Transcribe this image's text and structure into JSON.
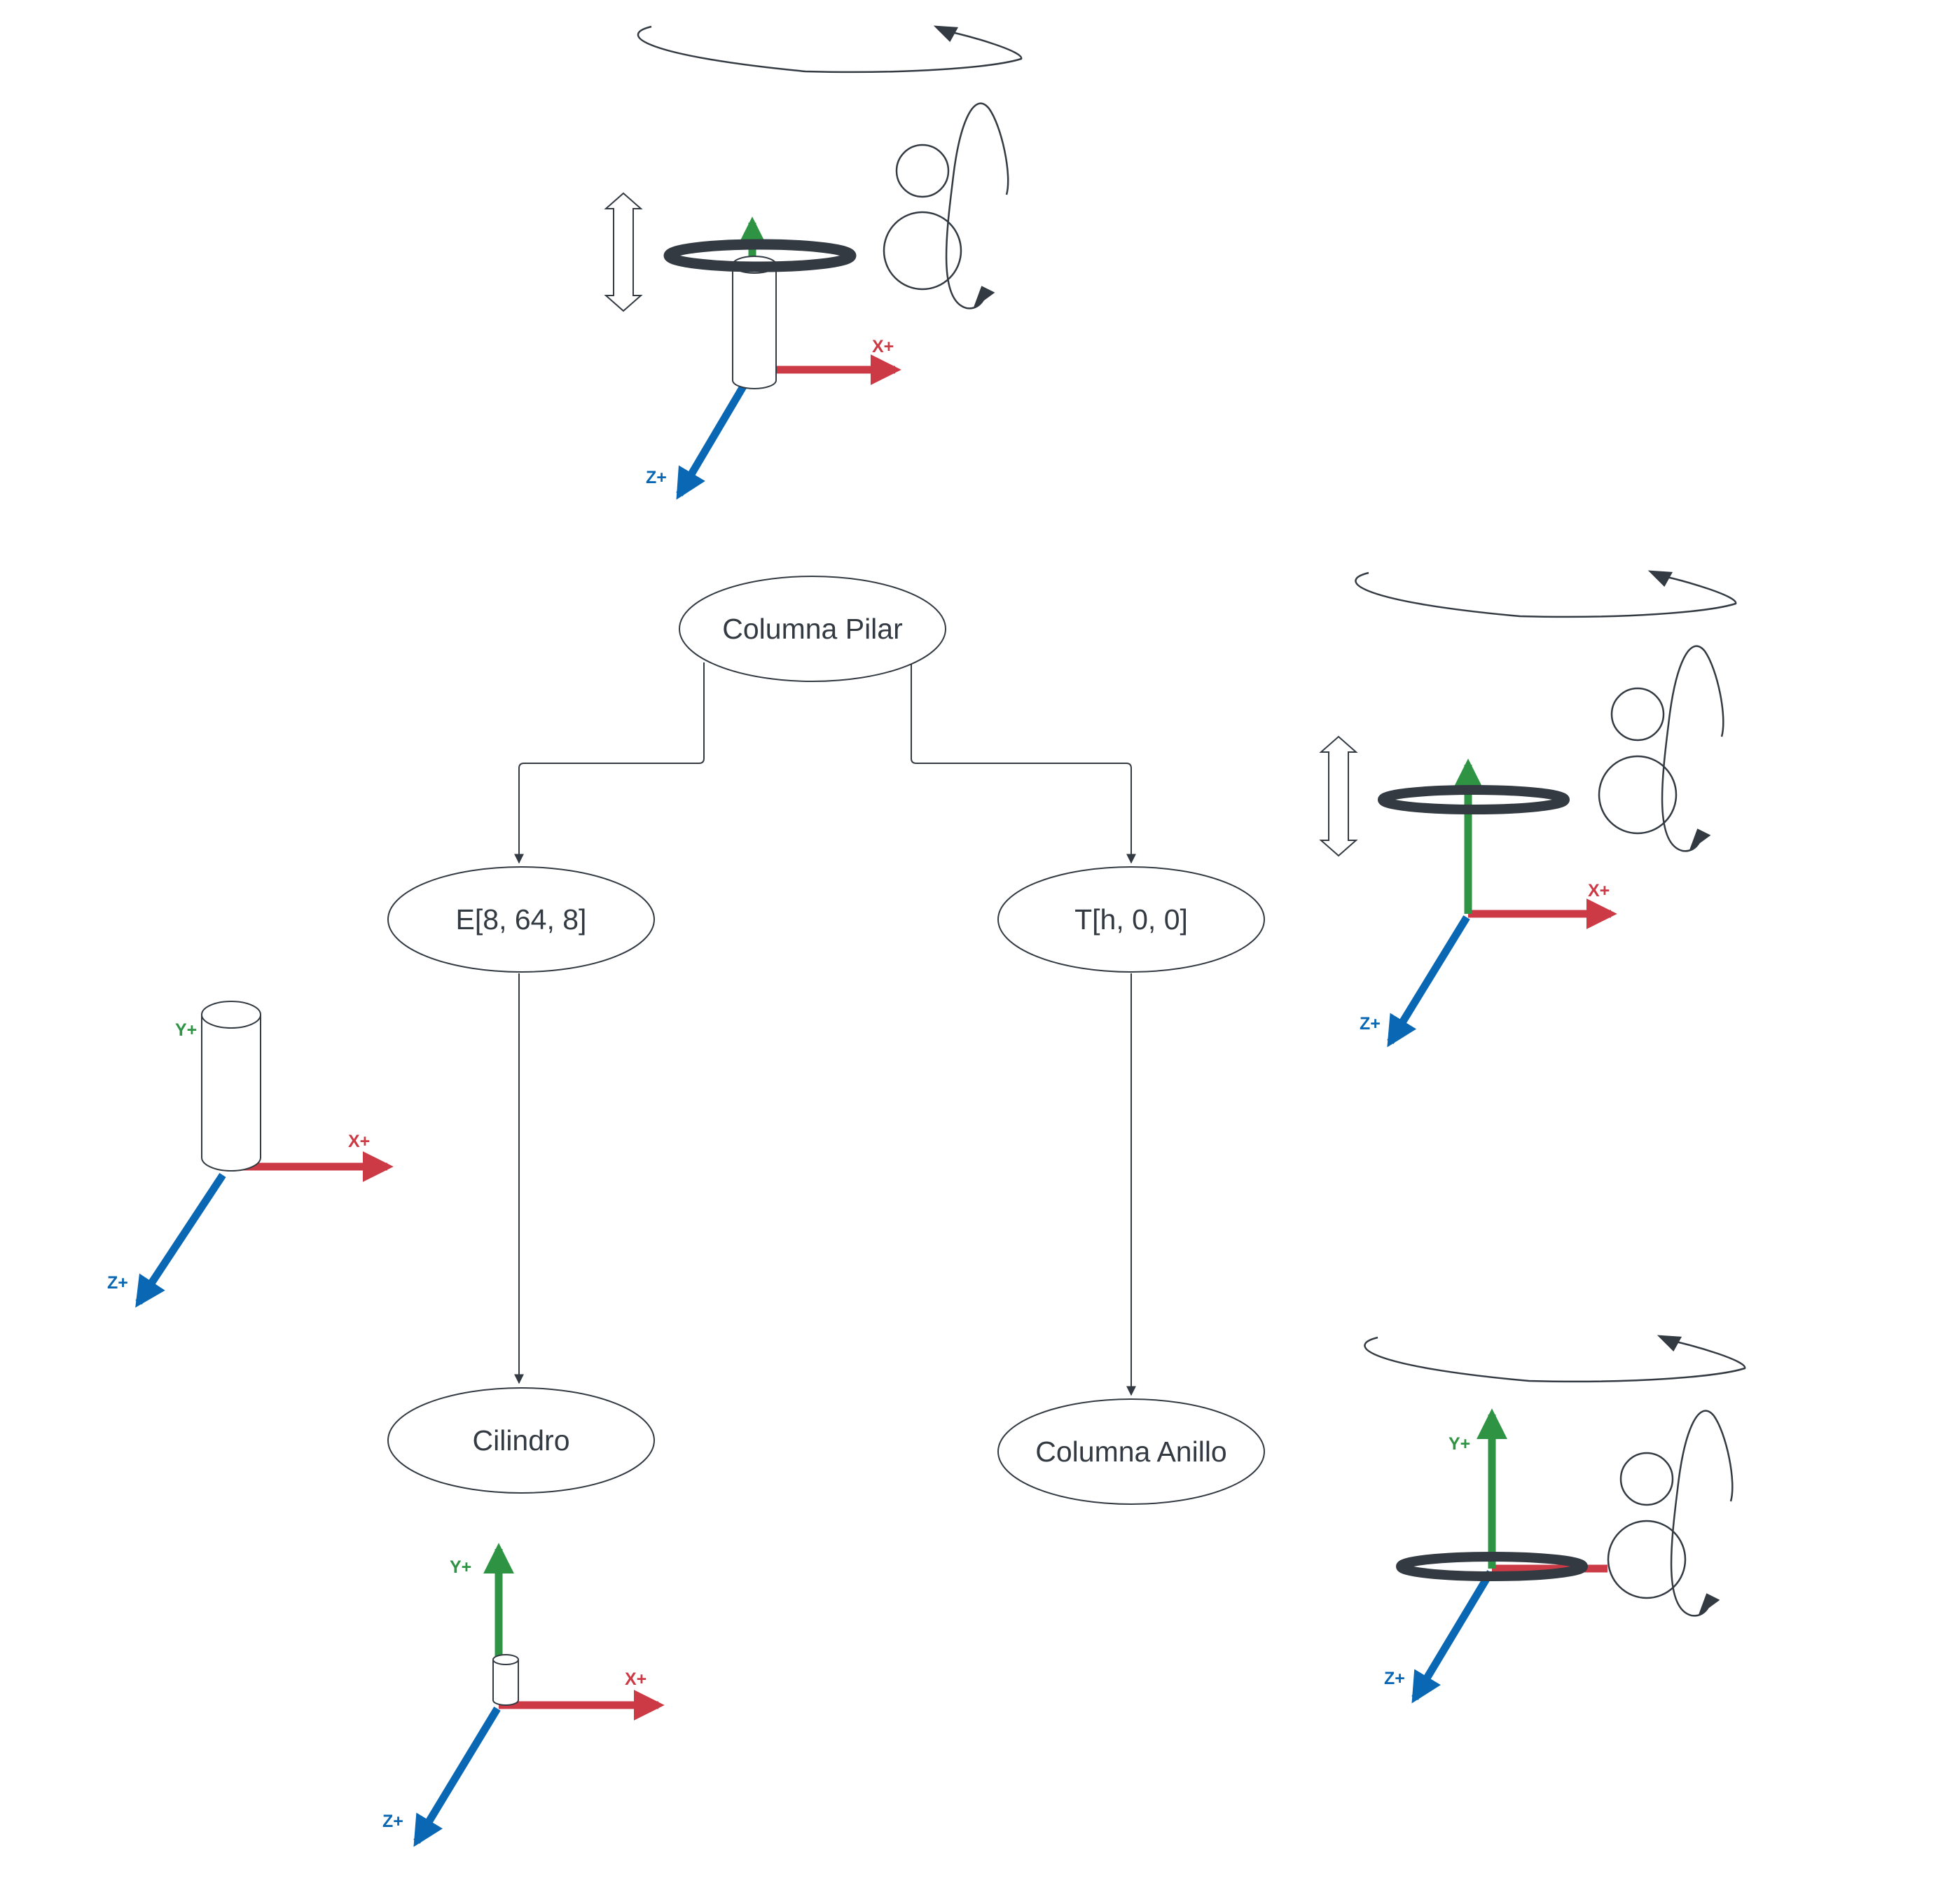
{
  "colors": {
    "x_axis": "#cc3a45",
    "y_axis": "#2e9444",
    "z_axis": "#0a67b3",
    "ink": "#333a42",
    "background": "#ffffff"
  },
  "axis_labels": {
    "x": "X+",
    "y": "Y+",
    "z": "Z+"
  },
  "nodes": {
    "root": "Columna Pilar",
    "scale": "E[8, 64, 8]",
    "translate": "T[h, 0, 0]",
    "cylinder": "Cilindro",
    "ring_column": "Columna Anillo"
  },
  "icons": [
    "cylinder-icon",
    "torus-ring-icon",
    "double-arrow-icon",
    "rotation-arrow-icon",
    "axis-gizmo-icon"
  ]
}
